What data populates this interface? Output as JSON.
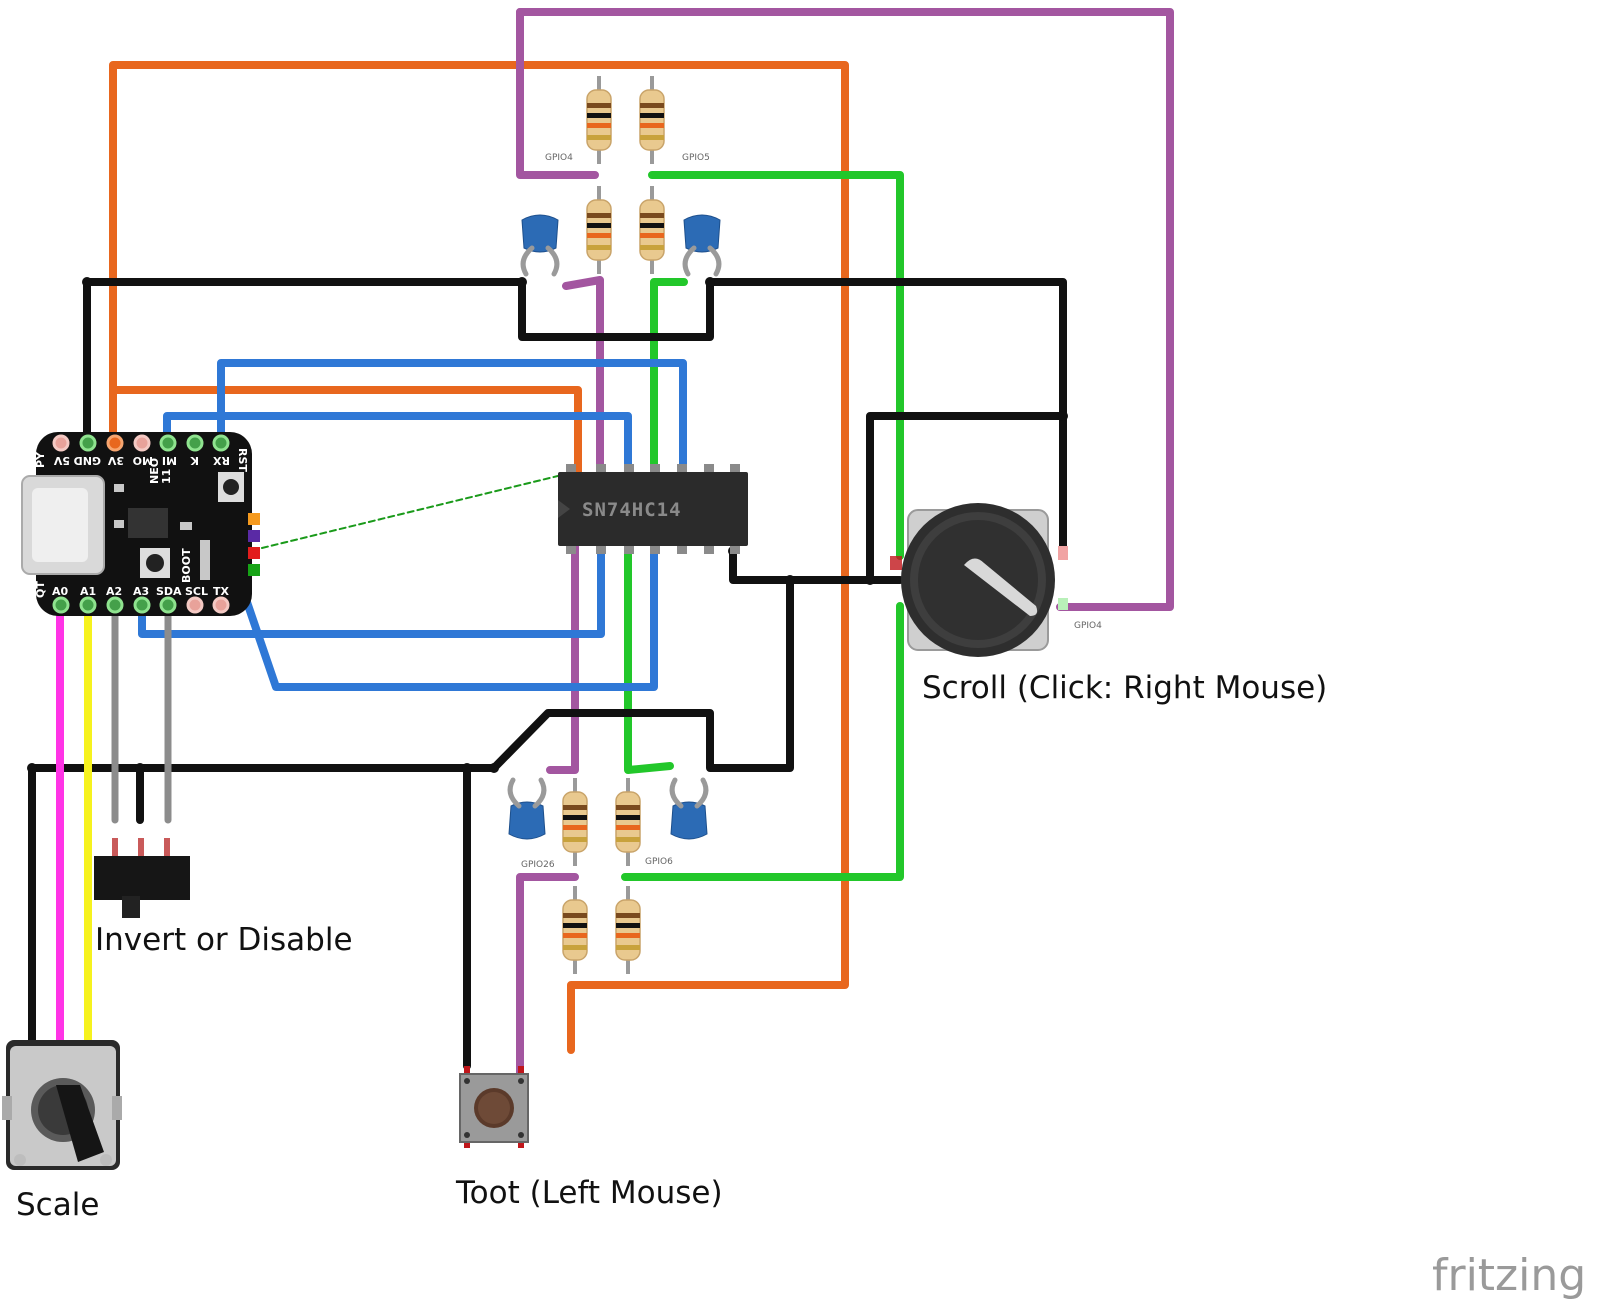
{
  "labels": {
    "scroll": "Scroll (Click: Right Mouse)",
    "invert": "Invert or Disable",
    "scale": "Scale",
    "toot": "Toot (Left Mouse)",
    "brand": "fritzing",
    "chip": "SN74HC14"
  },
  "gpio": {
    "top_left": "GPIO4",
    "top_right": "GPIO5",
    "bottom_left": "GPIO26",
    "bottom_right": "GPIO6",
    "encoder": "GPIO4"
  },
  "board": {
    "top_pins": [
      "5V",
      "GND",
      "3V",
      "MO",
      "MI",
      "K",
      "RX"
    ],
    "bottom_pins": [
      "A0",
      "A1",
      "A2",
      "A3",
      "SDA",
      "SCL",
      "TX"
    ],
    "side_text": [
      "PY",
      "QT",
      "RST",
      "BOOT",
      "NEO",
      "11"
    ]
  },
  "colors": {
    "orange": "#e8671e",
    "purple": "#a356a0",
    "green": "#22c72a",
    "black": "#111111",
    "blue": "#2f78d6",
    "magenta": "#ff33e6",
    "yellow": "#f6f21e",
    "gray": "#8c8c8c",
    "board": "#111111",
    "capacitor": "#2c6bb5"
  },
  "icons": [
    "usb-c-connector-icon",
    "resistor-icon",
    "ceramic-capacitor-icon",
    "rotary-encoder-icon",
    "potentiometer-icon",
    "slide-switch-icon",
    "tactile-button-icon"
  ]
}
